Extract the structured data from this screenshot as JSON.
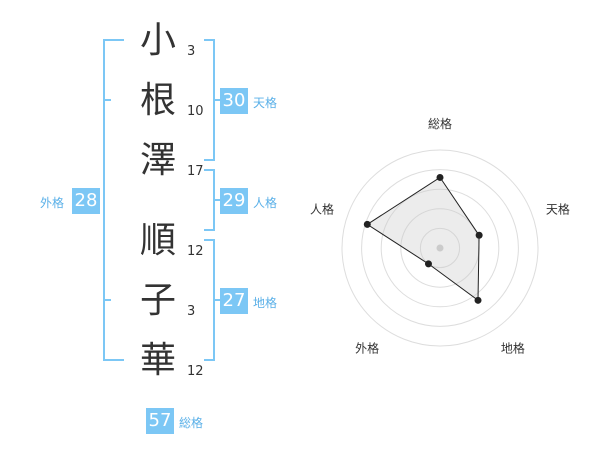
{
  "colors": {
    "accent": "#7cc7f5",
    "label": "#5ab0e8",
    "text": "#333333",
    "line": "#222222",
    "fill": "#eeeeee",
    "ring": "#dddddd"
  },
  "name": {
    "chars": [
      {
        "char": "小",
        "strokes": "3"
      },
      {
        "char": "根",
        "strokes": "10"
      },
      {
        "char": "澤",
        "strokes": "17"
      },
      {
        "char": "順",
        "strokes": "12"
      },
      {
        "char": "子",
        "strokes": "3"
      },
      {
        "char": "華",
        "strokes": "12"
      }
    ]
  },
  "scores": {
    "tenkaku": {
      "value": "30",
      "label": "天格"
    },
    "jinkaku": {
      "value": "29",
      "label": "人格"
    },
    "chikaku": {
      "value": "27",
      "label": "地格"
    },
    "gaikaku": {
      "value": "28",
      "label": "外格"
    },
    "soukaku": {
      "value": "57",
      "label": "総格"
    }
  },
  "radar": {
    "axes": [
      "総格",
      "天格",
      "地格",
      "外格",
      "人格"
    ],
    "levels": [
      0.72,
      0.42,
      0.66,
      0.2,
      0.78
    ]
  }
}
